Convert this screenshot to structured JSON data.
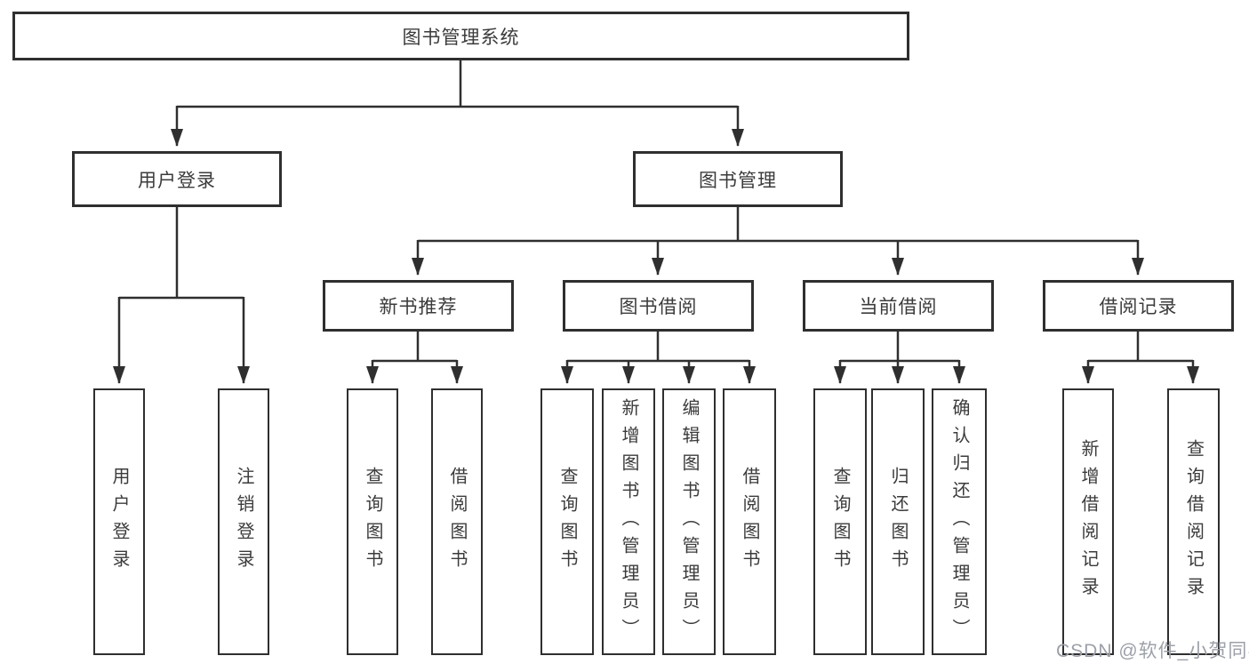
{
  "diagram": {
    "root": {
      "label": "图书管理系统"
    },
    "branches": [
      {
        "label": "用户登录"
      },
      {
        "label": "图书管理"
      }
    ],
    "groups": [
      {
        "label": "新书推荐"
      },
      {
        "label": "图书借阅"
      },
      {
        "label": "当前借阅"
      },
      {
        "label": "借阅记录"
      }
    ],
    "leaves": [
      {
        "label": "用户登录"
      },
      {
        "label": "注销登录"
      },
      {
        "label": "查询图书"
      },
      {
        "label": "借阅图书"
      },
      {
        "label": "查询图书"
      },
      {
        "label": "新增图书（管理员）"
      },
      {
        "label": "编辑图书（管理员）"
      },
      {
        "label": "借阅图书"
      },
      {
        "label": "查询图书"
      },
      {
        "label": "归还图书"
      },
      {
        "label": "确认归还（管理员）"
      },
      {
        "label": "新增借阅记录"
      },
      {
        "label": "查询借阅记录"
      }
    ]
  },
  "watermark": {
    "text": "CSDN @软件_小贺同学"
  },
  "colors": {
    "line": "#2f2f2f",
    "text": "#3b3b3b",
    "watermark": "#9ca0a8",
    "background": "#ffffff"
  }
}
